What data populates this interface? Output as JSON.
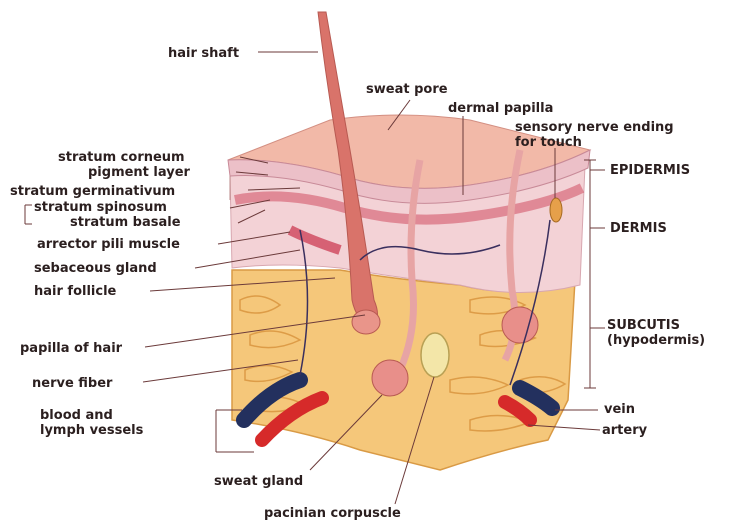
{
  "labels": {
    "hair_shaft": "hair shaft",
    "sweat_pore": "sweat pore",
    "dermal_papilla": "dermal papilla",
    "sensory_nerve_ending": "sensory nerve ending\nfor touch",
    "stratum_corneum": "stratum corneum",
    "pigment_layer": "pigment layer",
    "stratum_germinativum": "stratum germinativum",
    "stratum_spinosum": "stratum spinosum",
    "stratum_basale": "stratum basale",
    "arrector_pili_muscle": "arrector pili muscle",
    "sebaceous_gland": "sebaceous gland",
    "hair_follicle": "hair follicle",
    "papilla_of_hair": "papilla of hair",
    "nerve_fiber": "nerve fiber",
    "blood_lymph_vessels": "blood and\nlymph vessels",
    "sweat_gland": "sweat gland",
    "pacinian_corpuscle": "pacinian corpuscle",
    "vein": "vein",
    "artery": "artery",
    "epidermis": "EPIDERMIS",
    "dermis": "DERMIS",
    "subcutis": "SUBCUTIS\n(hypodermis)"
  },
  "colors": {
    "epidermis_top": "#f2b9a8",
    "epidermis_side": "#ecc0c8",
    "dermis": "#f3d2d6",
    "fat": "#f5c77a",
    "fat_edge": "#e0a24c",
    "hair": "#d9736a",
    "artery": "#d62a2a",
    "vein": "#23305e",
    "nerve": "#3a2f5e",
    "label_text": "#2b1f1f",
    "leader": "#6b3a3a"
  }
}
